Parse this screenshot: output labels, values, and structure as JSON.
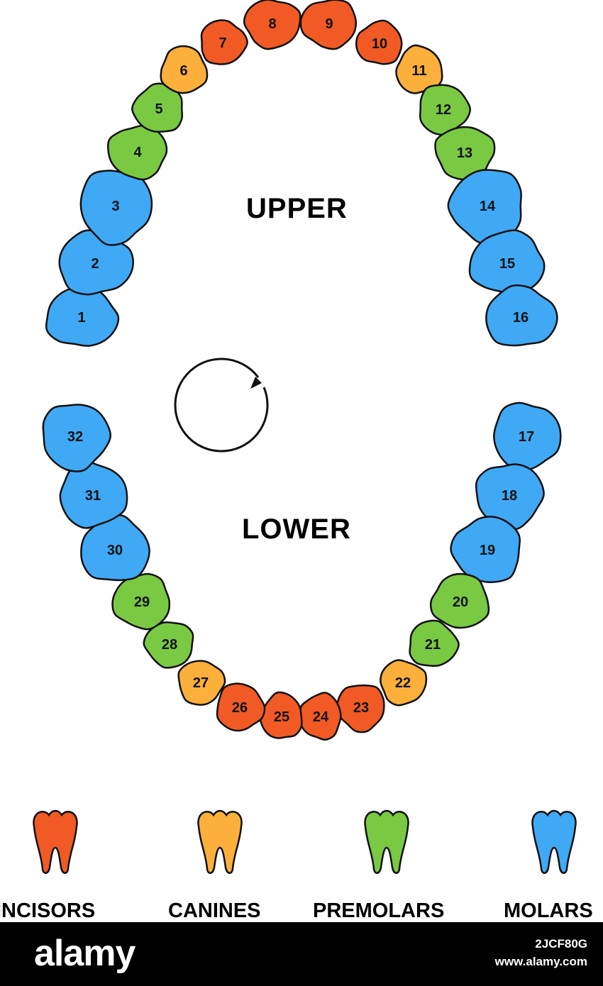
{
  "colors": {
    "incisors": "#F15A24",
    "canines": "#FBB03B",
    "premolars": "#7AC943",
    "molars": "#3FA9F5",
    "outline": "#111111"
  },
  "arch_labels": {
    "upper": "UPPER",
    "lower": "LOWER"
  },
  "rotation_icon": "counterclockwise-arrow-icon",
  "teeth": [
    {
      "n": "1",
      "type": "molars"
    },
    {
      "n": "2",
      "type": "molars"
    },
    {
      "n": "3",
      "type": "molars"
    },
    {
      "n": "4",
      "type": "premolars"
    },
    {
      "n": "5",
      "type": "premolars"
    },
    {
      "n": "6",
      "type": "canines"
    },
    {
      "n": "7",
      "type": "incisors"
    },
    {
      "n": "8",
      "type": "incisors"
    },
    {
      "n": "9",
      "type": "incisors"
    },
    {
      "n": "10",
      "type": "incisors"
    },
    {
      "n": "11",
      "type": "canines"
    },
    {
      "n": "12",
      "type": "premolars"
    },
    {
      "n": "13",
      "type": "premolars"
    },
    {
      "n": "14",
      "type": "molars"
    },
    {
      "n": "15",
      "type": "molars"
    },
    {
      "n": "16",
      "type": "molars"
    },
    {
      "n": "17",
      "type": "molars"
    },
    {
      "n": "18",
      "type": "molars"
    },
    {
      "n": "19",
      "type": "molars"
    },
    {
      "n": "20",
      "type": "premolars"
    },
    {
      "n": "21",
      "type": "premolars"
    },
    {
      "n": "22",
      "type": "canines"
    },
    {
      "n": "23",
      "type": "incisors"
    },
    {
      "n": "24",
      "type": "incisors"
    },
    {
      "n": "25",
      "type": "incisors"
    },
    {
      "n": "26",
      "type": "incisors"
    },
    {
      "n": "27",
      "type": "canines"
    },
    {
      "n": "28",
      "type": "premolars"
    },
    {
      "n": "29",
      "type": "premolars"
    },
    {
      "n": "30",
      "type": "molars"
    },
    {
      "n": "31",
      "type": "molars"
    },
    {
      "n": "32",
      "type": "molars"
    }
  ],
  "legend": [
    {
      "key": "incisors",
      "label": "INCISORS",
      "icon": "tooth-icon"
    },
    {
      "key": "canines",
      "label": "CANINES",
      "icon": "tooth-icon"
    },
    {
      "key": "premolars",
      "label": "PREMOLARS",
      "icon": "tooth-icon"
    },
    {
      "key": "molars",
      "label": "MOLARS",
      "icon": "tooth-icon"
    }
  ],
  "watermark": {
    "logo": "alamy",
    "code": "2JCF80G",
    "site": "www.alamy.com"
  }
}
